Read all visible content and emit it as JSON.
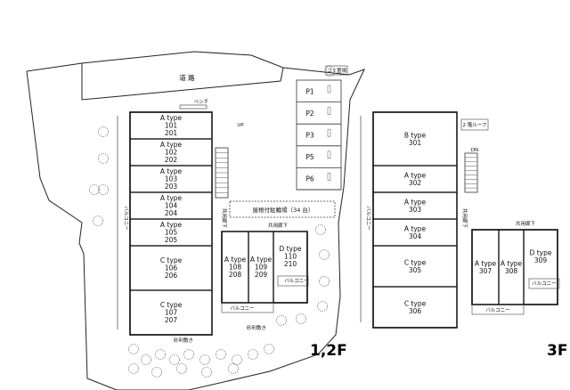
{
  "road": {
    "label": "道 路"
  },
  "bench": {
    "label": "ベンチ"
  },
  "garbage": {
    "label": "ゴミ置場"
  },
  "bicycle": {
    "label": "屋根付駐輪場（34 台）"
  },
  "balcony_label": "バルコニー",
  "corridor_label": "共用廊下",
  "gravel_label": "砂利敷き",
  "roof_label": "2 階ルーフ",
  "up_label": "UP",
  "dn_label": "DN",
  "floors": {
    "f12": "1,2F",
    "f3": "3F"
  },
  "parking": [
    "P1",
    "P2",
    "P3",
    "P5",
    "P6"
  ],
  "units_main": [
    {
      "type": "A type",
      "rooms": [
        "101",
        "201"
      ]
    },
    {
      "type": "A type",
      "rooms": [
        "102",
        "202"
      ]
    },
    {
      "type": "A type",
      "rooms": [
        "103",
        "203"
      ]
    },
    {
      "type": "A type",
      "rooms": [
        "104",
        "204"
      ]
    },
    {
      "type": "A type",
      "rooms": [
        "105",
        "205"
      ]
    },
    {
      "type": "C type",
      "rooms": [
        "106",
        "206"
      ]
    },
    {
      "type": "C type",
      "rooms": [
        "107",
        "207"
      ]
    }
  ],
  "units_side": [
    {
      "type": "A type",
      "rooms": [
        "108",
        "208"
      ]
    },
    {
      "type": "A type",
      "rooms": [
        "109",
        "209"
      ]
    },
    {
      "type": "D type",
      "rooms": [
        "110",
        "210"
      ]
    }
  ],
  "units_3f_main": [
    {
      "type": "B type",
      "rooms": [
        "301"
      ]
    },
    {
      "type": "A type",
      "rooms": [
        "302"
      ]
    },
    {
      "type": "A type",
      "rooms": [
        "303"
      ]
    },
    {
      "type": "A type",
      "rooms": [
        "304"
      ]
    },
    {
      "type": "C type",
      "rooms": [
        "305"
      ]
    },
    {
      "type": "C type",
      "rooms": [
        "306"
      ]
    }
  ],
  "units_3f_side": [
    {
      "type": "A type",
      "rooms": [
        "307"
      ]
    },
    {
      "type": "A type",
      "rooms": [
        "308"
      ]
    },
    {
      "type": "D type",
      "rooms": [
        "309"
      ]
    }
  ]
}
